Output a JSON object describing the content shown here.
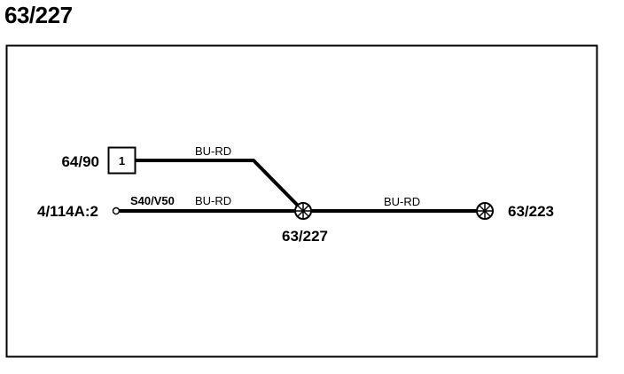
{
  "page_title": "63/227",
  "connector": {
    "label": "64/90",
    "pin": "1"
  },
  "terminal": {
    "label": "4/114A:2"
  },
  "splice": {
    "label": "63/227"
  },
  "ground": {
    "label": "63/223"
  },
  "wires": {
    "top_color": "BU-RD",
    "left_variant": "S40/V50",
    "left_color": "BU-RD",
    "right_color": "BU-RD"
  },
  "colors": {
    "line": "#000000",
    "background": "#ffffff"
  }
}
